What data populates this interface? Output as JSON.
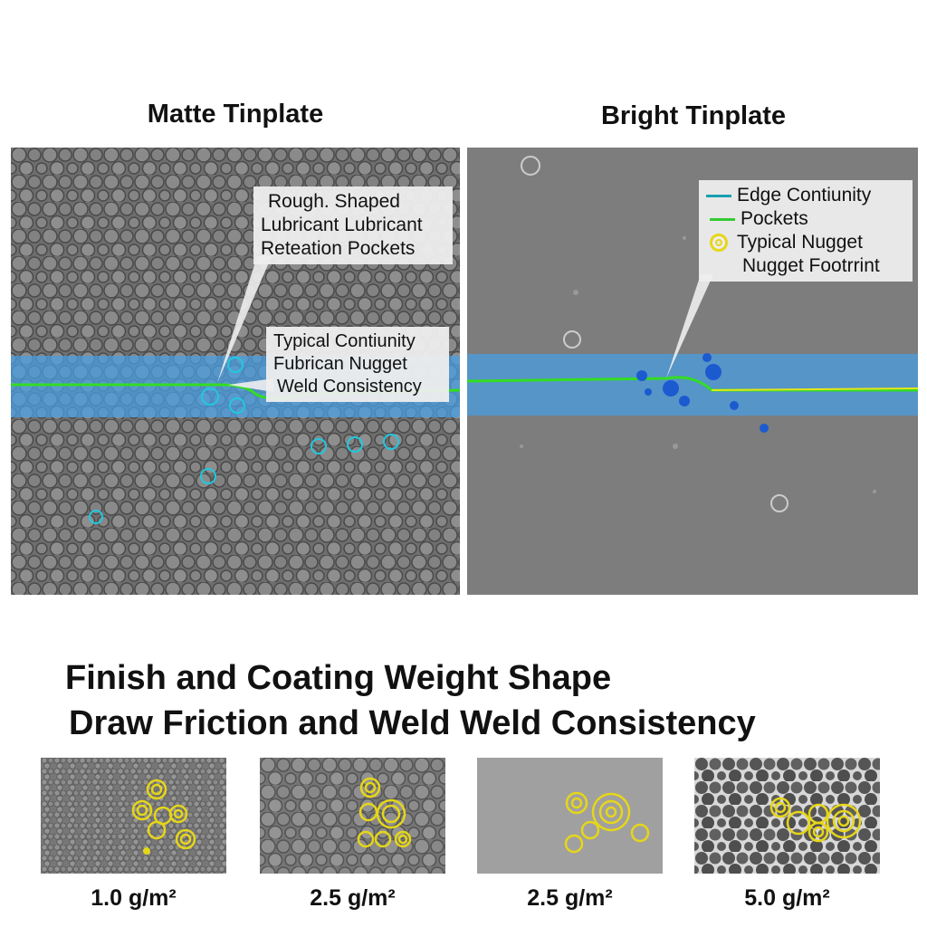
{
  "panels": {
    "left": {
      "title": "Matte Tinplate",
      "callout_top": [
        "Rough. Shaped",
        "Lubricant Lubricant",
        "Reteation Pockets"
      ],
      "callout_mid": [
        "Typical Contiunity",
        "Fubrican Nugget",
        "Weld Consistency"
      ]
    },
    "right": {
      "title": "Bright Tinplate",
      "legend": [
        {
          "label": "Edge Contiunity",
          "icon": "teal-line",
          "color": "#1aa0b0"
        },
        {
          "label": "Pockets",
          "icon": "green-line",
          "color": "#33cc33"
        },
        {
          "label": "Typical Nugget",
          "icon": "yellow-ring",
          "color": "#e6d619"
        },
        {
          "label": "Nugget Footrrint",
          "icon": "none"
        }
      ]
    }
  },
  "heading": {
    "line1": "Finish and Coating Weight Shape",
    "line2": "Draw Friction and Weld Weld Consistency"
  },
  "samples": [
    {
      "label": "1.0 g/m²"
    },
    {
      "label": "2.5 g/m²"
    },
    {
      "label": "2.5 g/m²"
    },
    {
      "label": "5.0 g/m²"
    }
  ],
  "colors": {
    "band": "#4a9ee0",
    "weld_line": "#33dd22",
    "nugget": "#e6d619"
  }
}
